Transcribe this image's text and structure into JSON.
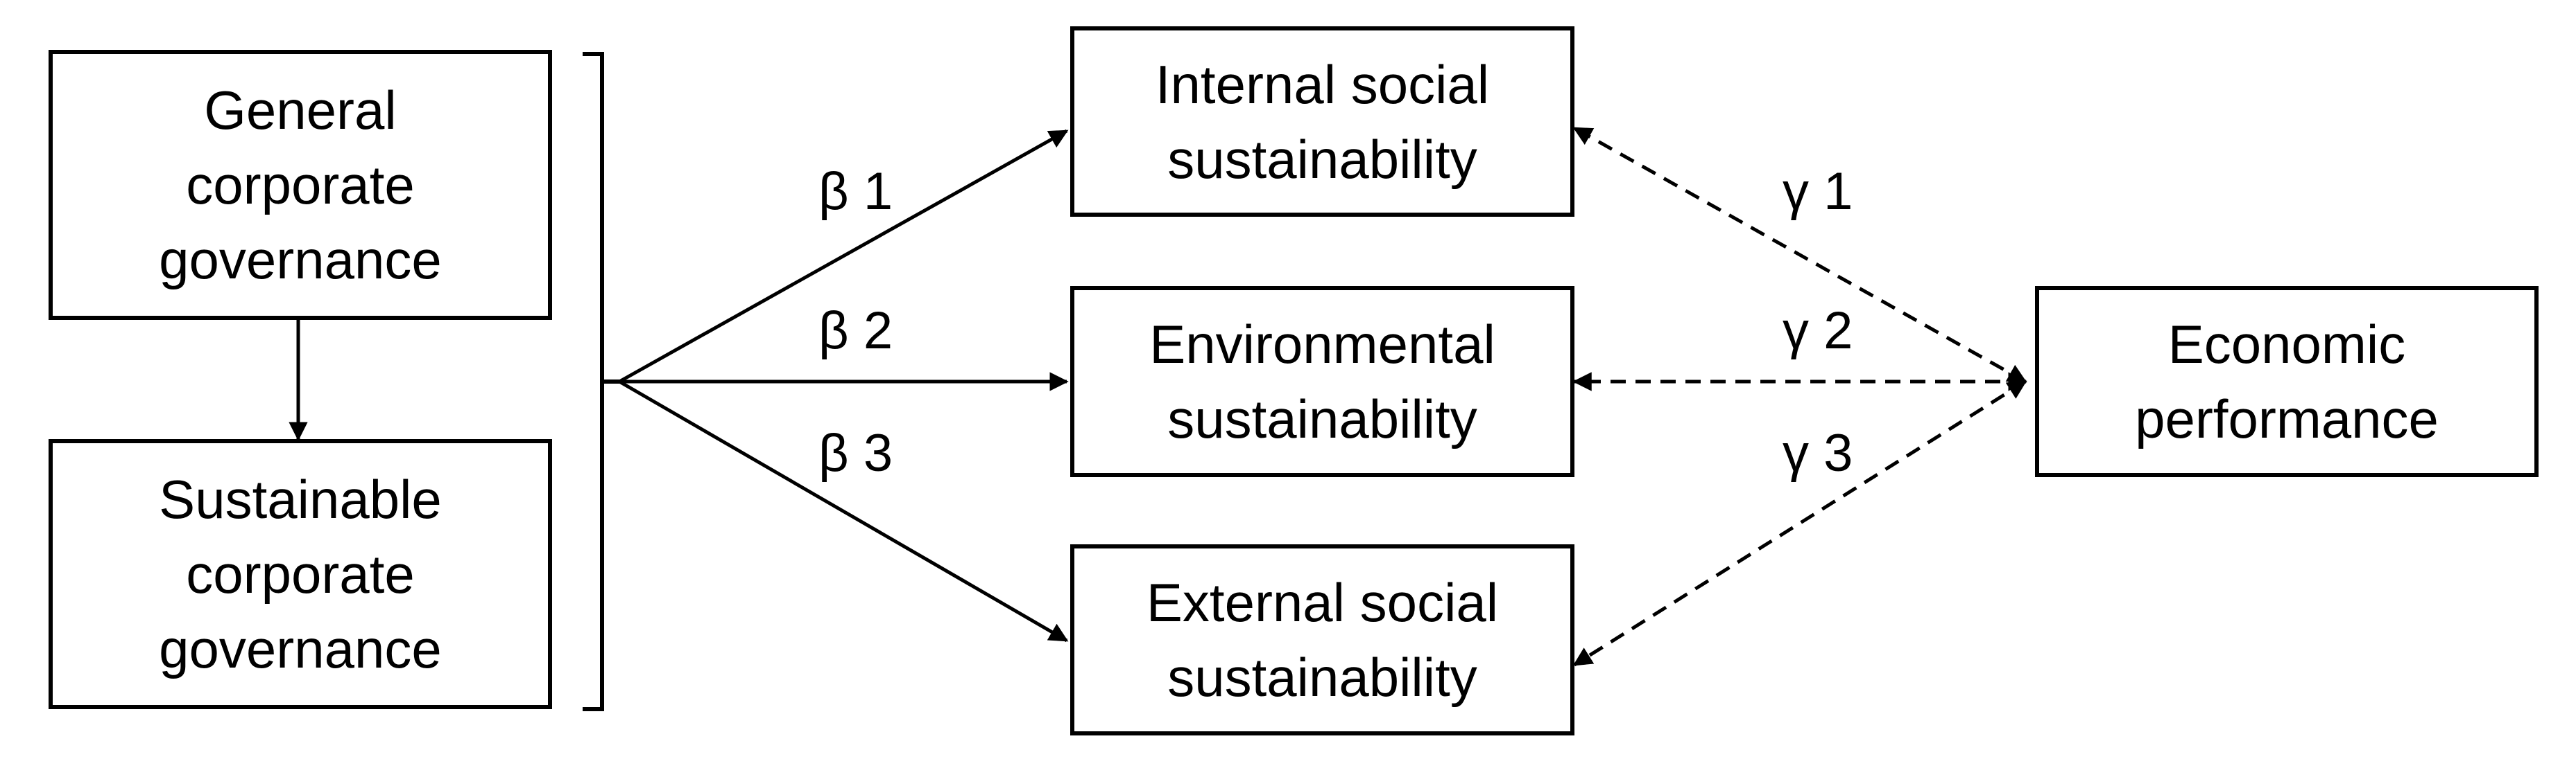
{
  "nodes": {
    "general_cg": "General\ncorporate\ngovernance",
    "sustainable_cg": "Sustainable\ncorporate\ngovernance",
    "internal_social": "Internal social\nsustainability",
    "environmental": "Environmental\nsustainability",
    "external_social": "External social\nsustainability",
    "economic": "Economic\nperformance"
  },
  "paths": {
    "beta1": "β 1",
    "beta2": "β 2",
    "beta3": "β 3",
    "gamma1": "γ 1",
    "gamma2": "γ 2",
    "gamma3": "γ 3"
  }
}
